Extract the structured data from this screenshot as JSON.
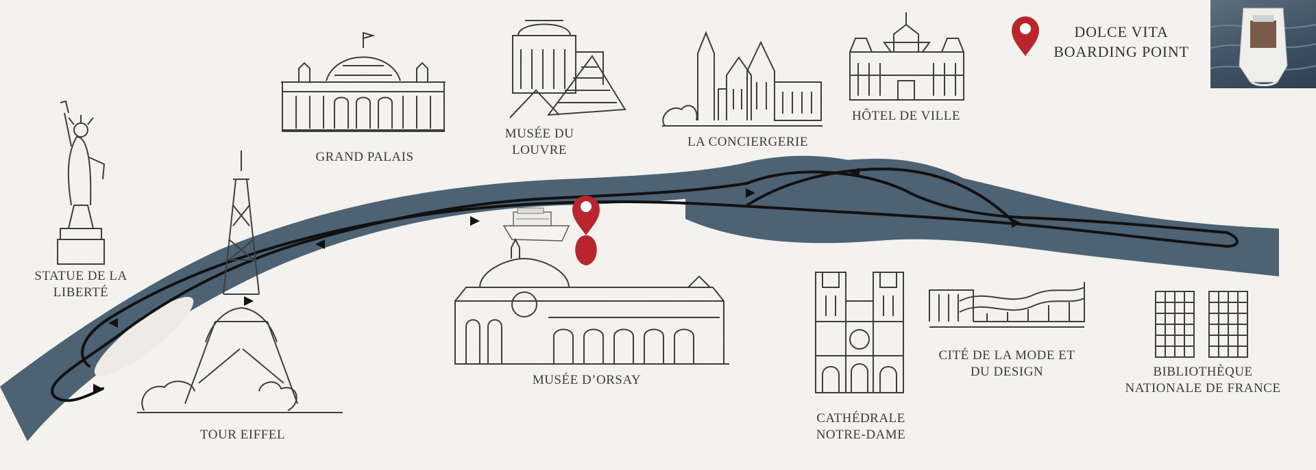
{
  "colors": {
    "river": "#4d6273",
    "route": "#111111",
    "pin": "#b8252c",
    "ink": "#3a3a3a",
    "background": "#f4f2ee"
  },
  "legend": {
    "icon": "map-pin-icon",
    "text": "DOLCE VITA\nBOARDING POINT"
  },
  "landmarks": [
    {
      "id": "statue-de-la-liberte",
      "label": "STATUE DE LA\nLIBERTÉ",
      "icon": "statue-of-liberty-icon"
    },
    {
      "id": "tour-eiffel",
      "label": "TOUR EIFFEL",
      "icon": "eiffel-tower-icon"
    },
    {
      "id": "grand-palais",
      "label": "GRAND PALAIS",
      "icon": "grand-palais-icon"
    },
    {
      "id": "musee-du-louvre",
      "label": "MUSÉE DU\nLOUVRE",
      "icon": "louvre-pyramid-icon"
    },
    {
      "id": "la-conciergerie",
      "label": "LA CONCIERGERIE",
      "icon": "conciergerie-icon"
    },
    {
      "id": "hotel-de-ville",
      "label": "HÔTEL DE VILLE",
      "icon": "hotel-de-ville-icon"
    },
    {
      "id": "musee-d-orsay",
      "label": "MUSÉE D’ORSAY",
      "icon": "musee-orsay-icon"
    },
    {
      "id": "cathedrale-notre-dame",
      "label": "CATHÉDRALE\nNOTRE-DAME",
      "icon": "notre-dame-icon"
    },
    {
      "id": "cite-de-la-mode",
      "label": "CITÉ DE LA MODE ET\nDU DESIGN",
      "icon": "cite-mode-design-icon"
    },
    {
      "id": "bibliotheque-nationale",
      "label": "BIBLIOTHÈQUE\nNATIONALE DE FRANCE",
      "icon": "bibliotheque-nationale-icon"
    }
  ]
}
